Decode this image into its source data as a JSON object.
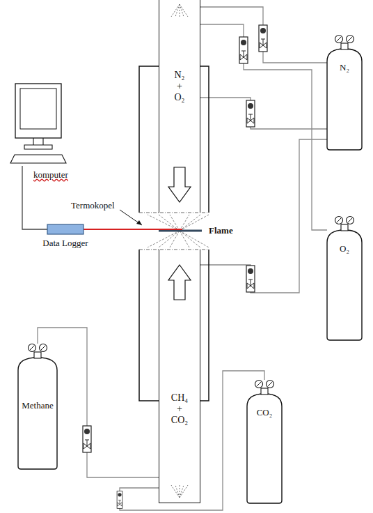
{
  "diagram": {
    "nodes": [
      {
        "text": [
          "komputer"
        ]
      },
      {
        "text": [
          "Data Logger"
        ]
      },
      {
        "text": [
          "N₂ + O₂"
        ]
      },
      {
        "text": [
          "CH₄ + CO₂"
        ]
      },
      {
        "text": [
          "N₂"
        ]
      },
      {
        "text": [
          "O₂"
        ]
      },
      {
        "text": [
          "Methane"
        ]
      },
      {
        "text": [
          "CO₂"
        ]
      }
    ],
    "edges": [
      {
        "from": 0,
        "to": 1,
        "arrow": "none"
      },
      {
        "from": 4,
        "to": 2,
        "arrow": "none"
      },
      {
        "from": 5,
        "to": 2,
        "arrow": "none"
      },
      {
        "from": 4,
        "to": 2,
        "arrow": "none"
      },
      {
        "from": 4,
        "to": 3,
        "arrow": "none"
      },
      {
        "from": 6,
        "to": 3,
        "arrow": "none"
      },
      {
        "from": 7,
        "to": 3,
        "arrow": "none"
      }
    ],
    "labels": [
      "Termokopel",
      "Flame"
    ]
  }
}
